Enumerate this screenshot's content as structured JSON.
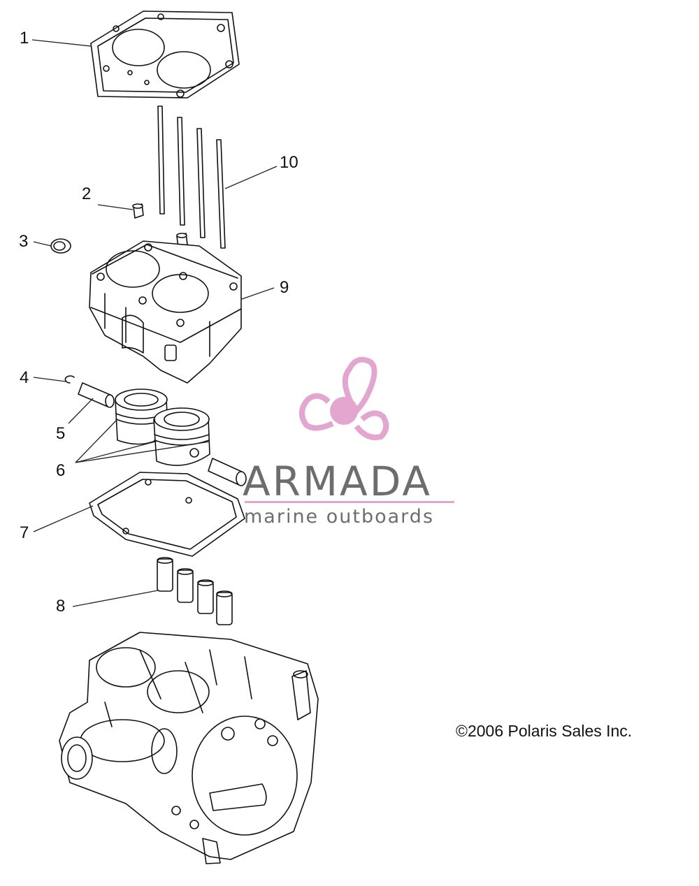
{
  "callouts": [
    {
      "id": "1",
      "text": "1"
    },
    {
      "id": "2",
      "text": "2"
    },
    {
      "id": "3",
      "text": "3"
    },
    {
      "id": "4",
      "text": "4"
    },
    {
      "id": "5",
      "text": "5"
    },
    {
      "id": "6",
      "text": "6"
    },
    {
      "id": "7",
      "text": "7"
    },
    {
      "id": "8",
      "text": "8"
    },
    {
      "id": "9",
      "text": "9"
    },
    {
      "id": "10",
      "text": "10"
    }
  ],
  "copyright": "©2006 Polaris Sales Inc.",
  "watermark": {
    "name": "ARMADA",
    "tagline": "marine outboards",
    "accent_color": "#e3a6cf",
    "text_color": "#6d6d6d"
  },
  "line_color": "#111111"
}
